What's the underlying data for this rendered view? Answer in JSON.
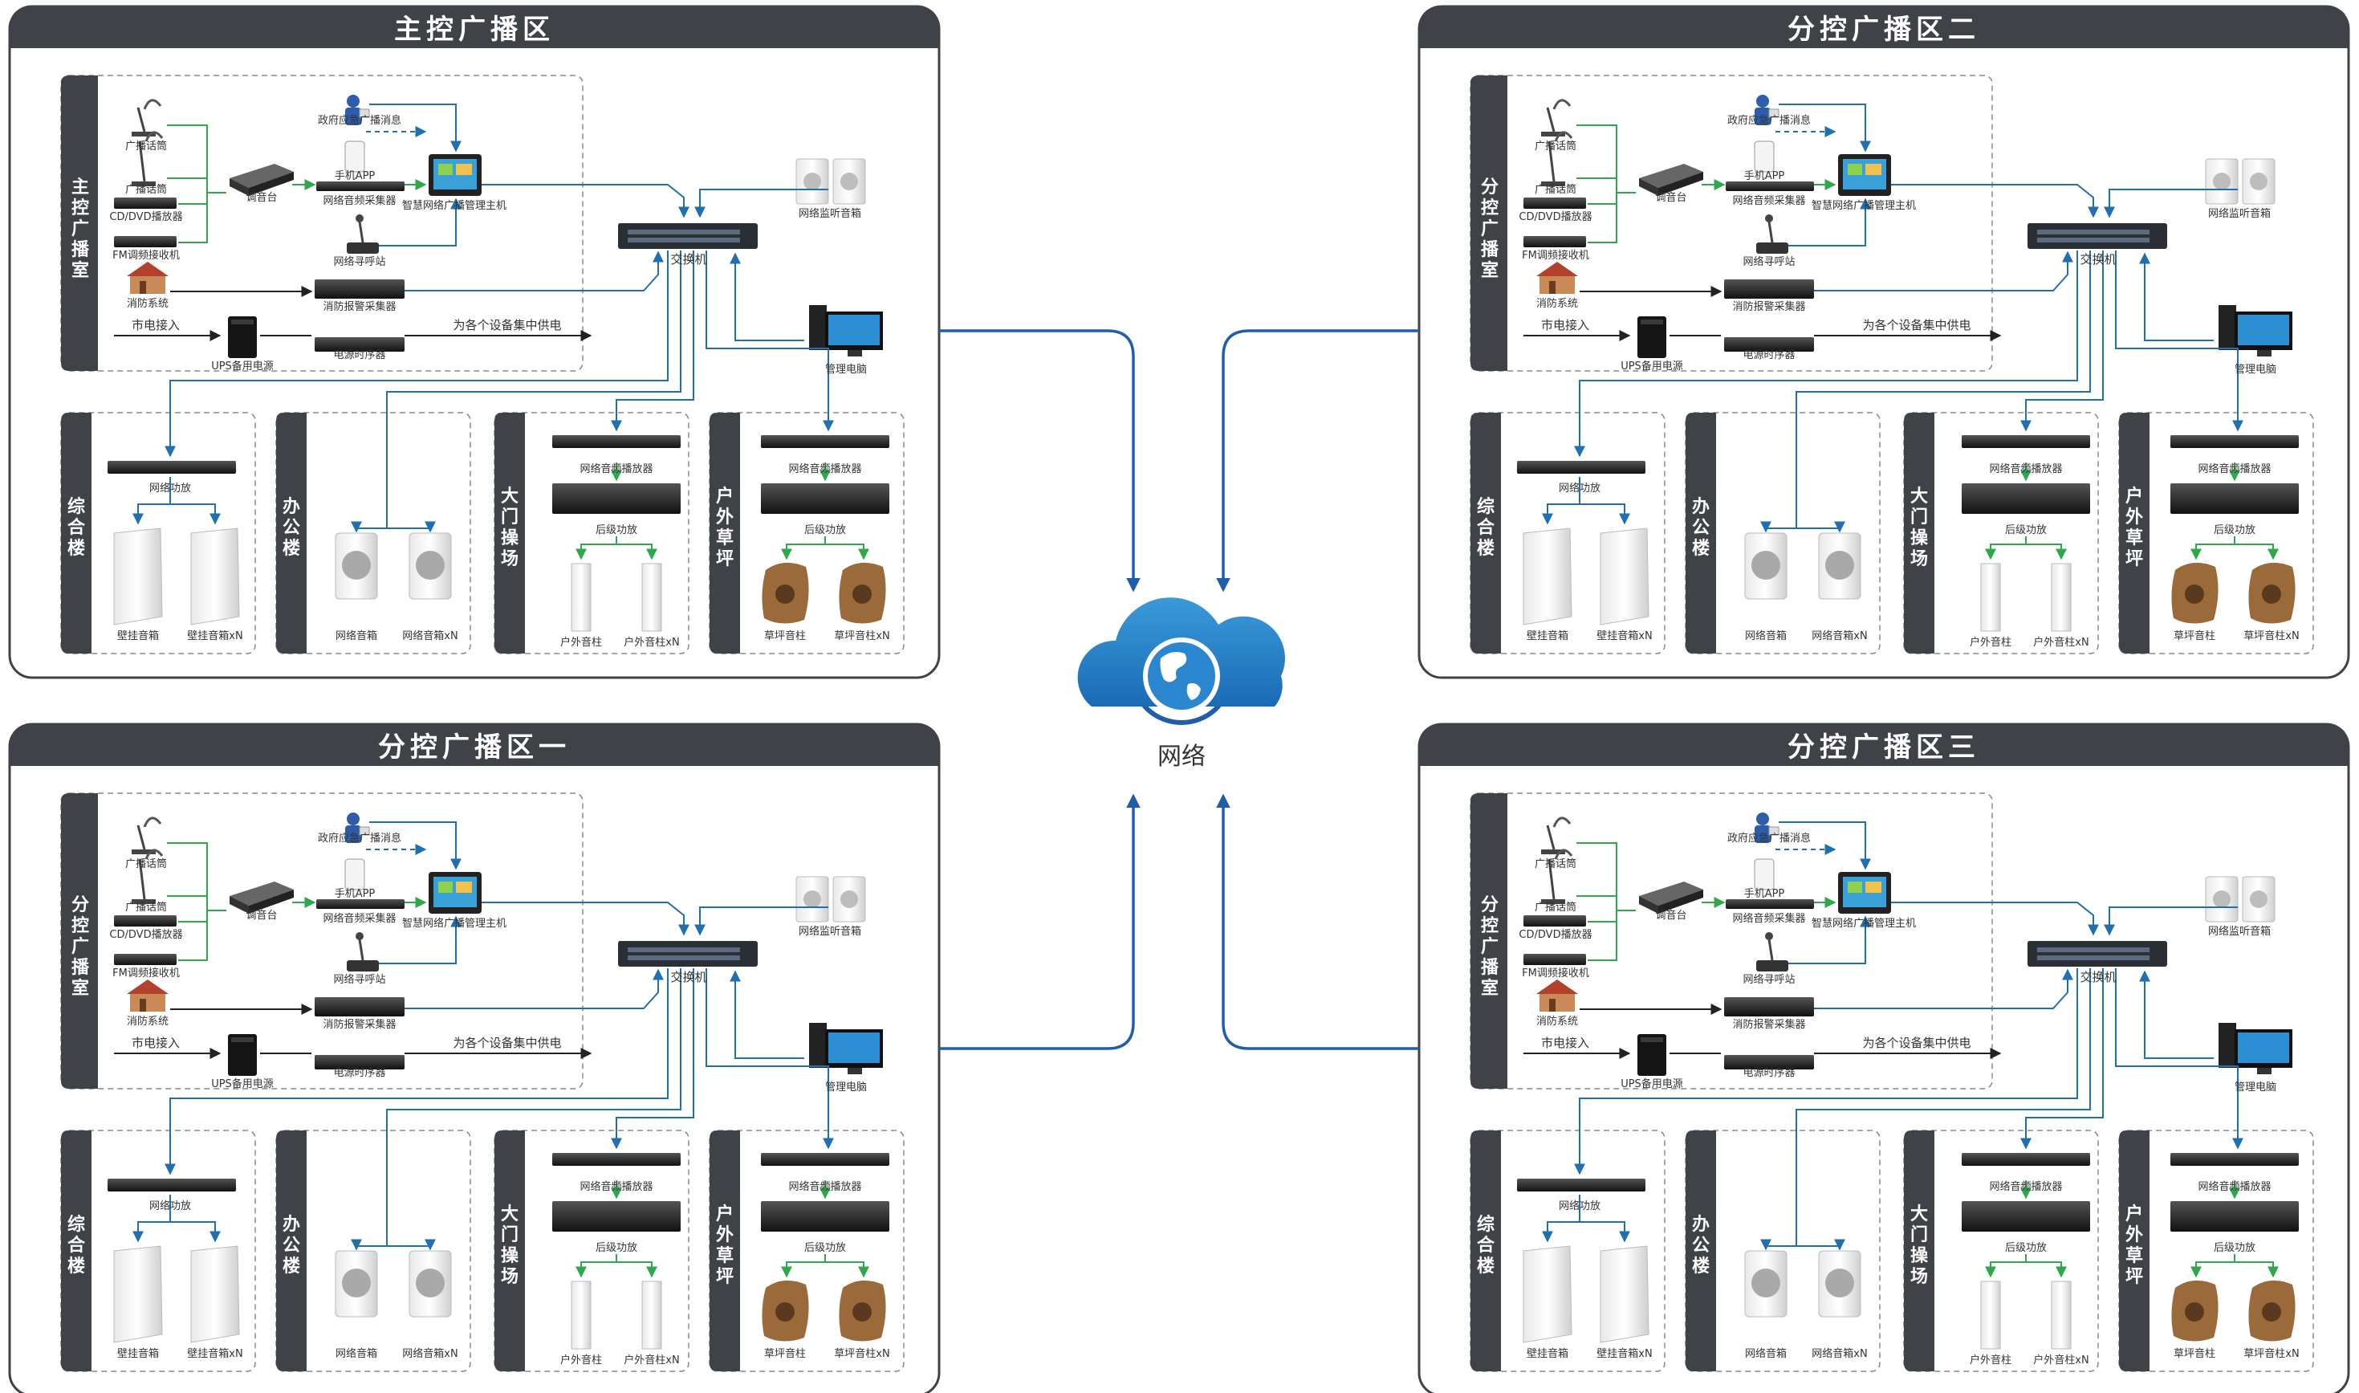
{
  "regions": [
    {
      "title": "主控广播区",
      "room": "主控广播室"
    },
    {
      "title": "分控广播区二",
      "room": "分控广播室"
    },
    {
      "title": "分控广播区一",
      "room": "分控广播室"
    },
    {
      "title": "分控广播区三",
      "room": "分控广播室"
    }
  ],
  "room_devices": {
    "mic1": "广播话筒",
    "mic2": "广播话筒",
    "cd": "CD/DVD播放器",
    "fm": "FM调频接收机",
    "fire": "消防系统",
    "mains": "市电接入",
    "mixer": "调音台",
    "gov": "政府应急广播消息",
    "app": "手机APP",
    "collector": "网络音频采集器",
    "host": "智慧网络广播管理主机",
    "paging": "网络寻呼站",
    "fire_collector": "消防报警采集器",
    "ups": "UPS备用电源",
    "sequencer": "电源时序器",
    "supply": "为各个设备集中供电",
    "switch": "交换机",
    "monitor": "网络监听音箱",
    "pc": "管理电脑"
  },
  "zones": [
    {
      "name": "综合楼",
      "amp": "网络功放",
      "spk1": "壁挂音箱",
      "spk2": "壁挂音箱xN"
    },
    {
      "name": "办公楼",
      "spk1": "网络音箱",
      "spk2": "网络音箱xN"
    },
    {
      "name": "大门/操场",
      "player": "网络音频播放器",
      "amp": "后级功放",
      "spk1": "户外音柱",
      "spk2": "户外音柱xN"
    },
    {
      "name": "户外草坪",
      "player": "网络音频播放器",
      "amp": "后级功放",
      "spk1": "草坪音柱",
      "spk2": "草坪音柱xN"
    }
  ],
  "center": {
    "label": "网络"
  },
  "colors": {
    "panel": "#3f4247",
    "line_blue": "#1f6fb2",
    "line_green": "#2da84a",
    "arrow": "#1f5fa8"
  }
}
